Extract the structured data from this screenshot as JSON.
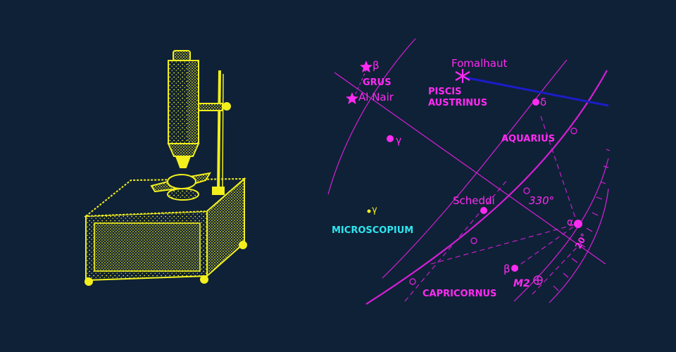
{
  "colors": {
    "background": "#0f2137",
    "illustration": "#f2ef1d",
    "chart_lines": "#d61fd6",
    "labels": "#ff2bf2",
    "microscopium": "#2ee6ef",
    "horizon_line": "#1c1cc8"
  },
  "illustration": {
    "subject": "antique microscope on box"
  },
  "star_map": {
    "labels": {
      "fomalhaut": "Fomalhaut",
      "beta_grus": "β",
      "grus": "GRUS",
      "al_nair": "Al Nair",
      "piscis_line1": "PISCIS",
      "piscis_line2": "AUSTRINUS",
      "delta": "δ",
      "gamma_grus": "γ",
      "aquarius": "AQUARIUS",
      "gamma_micro": "γ",
      "microscopium": "MICROSCOPIUM",
      "scheddi": "Scheddi",
      "ra_330": "330°",
      "alpha": "α",
      "ra_20": "20°",
      "beta_cap": "β",
      "m2": "M2",
      "capricornus": "CAPRICORNUS"
    }
  }
}
